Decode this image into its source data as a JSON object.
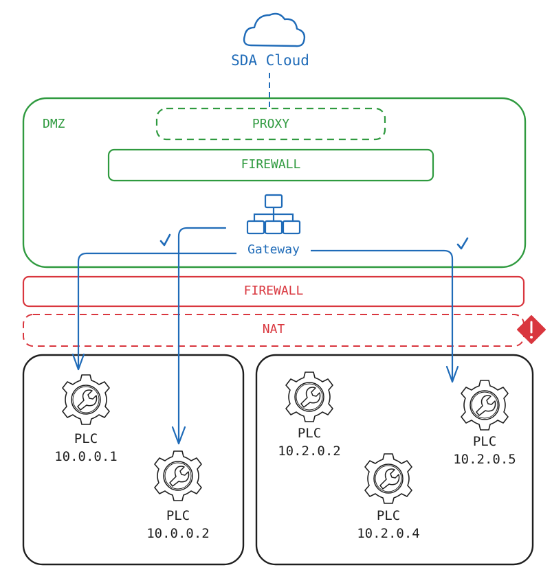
{
  "colors": {
    "blue": "#1f6bb8",
    "green": "#2f9a3f",
    "red": "#d9363e",
    "black": "#1e1e1e"
  },
  "cloud": {
    "label": "SDA Cloud",
    "icon": "cloud-icon"
  },
  "dmz": {
    "label": "DMZ",
    "proxy": {
      "label": "PROXY",
      "style": "dashed"
    },
    "firewall": {
      "label": "FIREWALL"
    },
    "gateway": {
      "label": "Gateway",
      "icon": "network-hierarchy-icon"
    }
  },
  "outer_firewall": {
    "label": "FIREWALL"
  },
  "nat": {
    "label": "NAT",
    "warning_icon": "warning-diamond-icon"
  },
  "checkmarks": [
    "checkmark-icon",
    "checkmark-icon"
  ],
  "zones": [
    {
      "name": "zone-left",
      "plcs": [
        {
          "label": "PLC",
          "ip": "10.0.0.1",
          "connected": true
        },
        {
          "label": "PLC",
          "ip": "10.0.0.2",
          "connected": true
        }
      ]
    },
    {
      "name": "zone-right",
      "plcs": [
        {
          "label": "PLC",
          "ip": "10.2.0.2",
          "connected": false
        },
        {
          "label": "PLC",
          "ip": "10.2.0.4",
          "connected": false
        },
        {
          "label": "PLC",
          "ip": "10.2.0.5",
          "connected": true
        }
      ]
    }
  ]
}
